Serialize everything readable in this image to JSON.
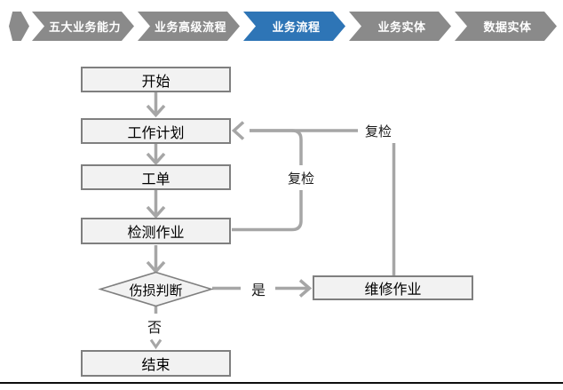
{
  "nav": {
    "active_color": "#2E75B6",
    "inactive_color": "#8A8A8A",
    "items": [
      {
        "label": "五大业务能力",
        "active": false
      },
      {
        "label": "业务高级流程",
        "active": false
      },
      {
        "label": "业务流程",
        "active": true
      },
      {
        "label": "业务实体",
        "active": false
      },
      {
        "label": "数据实体",
        "active": false
      }
    ]
  },
  "flowchart": {
    "nodes": {
      "start": "开始",
      "work_plan": "工作计划",
      "work_order": "工单",
      "inspection": "检测作业",
      "damage_decision": "伤损判断",
      "repair": "维修作业",
      "end": "结束"
    },
    "edge_labels": {
      "yes": "是",
      "no": "否",
      "recheck_inner": "复检",
      "recheck_outer": "复检"
    },
    "colors": {
      "node_fill": "#F2F2F2",
      "node_border": "#7F7F7F",
      "connector": "#A6A6A6"
    }
  }
}
